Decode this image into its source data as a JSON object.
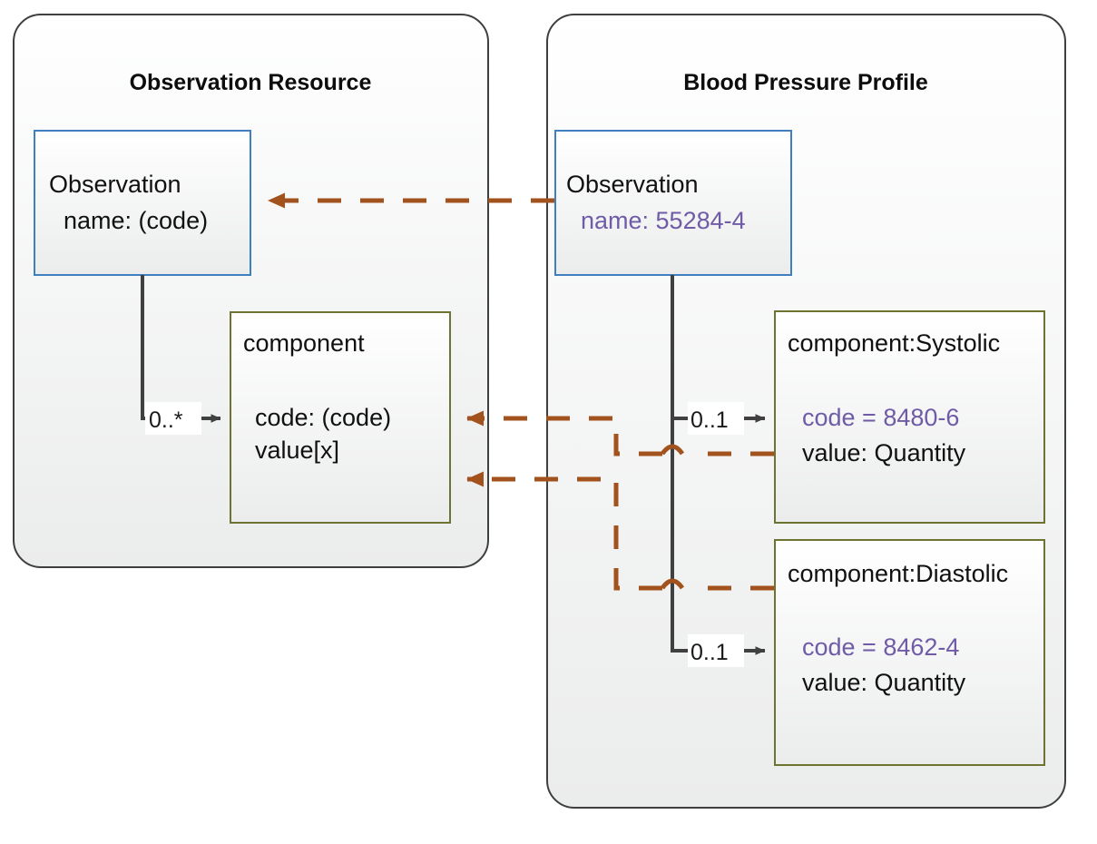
{
  "colors": {
    "panel_border": "#3f3f3f",
    "panel_fill_top": "#ffffff",
    "panel_fill_bottom": "#eceded",
    "blue_box_border": "#3f7fbf",
    "olive_box_border": "#6e7331",
    "box_fill_top": "#ffffff",
    "box_fill_bottom": "#eceded",
    "connector": "#404040",
    "dependency_arrow": "#a2521d",
    "accent_text": "#6f5ba6",
    "plain_text": "#111111",
    "title_text": "#0d0d0d",
    "page_background": "#ffffff"
  },
  "panels": [
    {
      "id": "observation-resource",
      "title": "Observation Resource",
      "classes": [
        {
          "id": "observation-base",
          "name": "Observation",
          "border": "blue",
          "attributes": [
            {
              "text": "name: (code)",
              "style": "plain"
            }
          ]
        },
        {
          "id": "component-base",
          "name": "component",
          "border": "olive",
          "attributes": [
            {
              "text": "code: (code)",
              "style": "plain"
            },
            {
              "text": "value[x]",
              "style": "plain"
            }
          ]
        }
      ],
      "associations": [
        {
          "from": "observation-base",
          "to": "component-base",
          "multiplicity": "0..*"
        }
      ]
    },
    {
      "id": "blood-pressure-profile",
      "title": "Blood Pressure Profile",
      "classes": [
        {
          "id": "observation-bp",
          "name": "Observation",
          "border": "blue",
          "attributes": [
            {
              "text": "name: 55284-4",
              "style": "accent"
            }
          ]
        },
        {
          "id": "component-systolic",
          "name": "component:Systolic",
          "border": "olive",
          "attributes": [
            {
              "text": "code = 8480-6",
              "style": "accent"
            },
            {
              "text": "value: Quantity",
              "style": "plain"
            }
          ]
        },
        {
          "id": "component-diastolic",
          "name": "component:Diastolic",
          "border": "olive",
          "attributes": [
            {
              "text": "code = 8462-4",
              "style": "accent"
            },
            {
              "text": "value: Quantity",
              "style": "plain"
            }
          ]
        }
      ],
      "associations": [
        {
          "from": "observation-bp",
          "to": "component-systolic",
          "multiplicity": "0..1"
        },
        {
          "from": "observation-bp",
          "to": "component-diastolic",
          "multiplicity": "0..1"
        }
      ]
    }
  ],
  "dependencies": [
    {
      "from": "observation-bp",
      "to": "observation-base",
      "style": "dashed"
    },
    {
      "from": "component-systolic",
      "to": "component-base",
      "style": "dashed"
    },
    {
      "from": "component-diastolic",
      "to": "component-base",
      "style": "dashed"
    }
  ]
}
